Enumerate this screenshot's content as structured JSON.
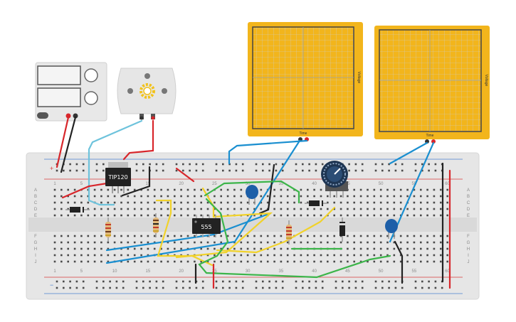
{
  "components": {
    "transistor": {
      "label": "TIP120"
    },
    "timer_ic": {
      "label": "555"
    },
    "scope_left": {
      "x_label": "Time",
      "y_label": "Voltage"
    },
    "scope_right": {
      "x_label": "Time",
      "y_label": "Voltage"
    }
  },
  "breadboard": {
    "col_numbers": [
      "1",
      "5",
      "10",
      "15",
      "20",
      "25",
      "30",
      "35",
      "40",
      "45",
      "50",
      "55",
      "60"
    ],
    "row_letters_top": [
      "A",
      "B",
      "C",
      "D",
      "E"
    ],
    "row_letters_bottom": [
      "F",
      "G",
      "H",
      "I",
      "J"
    ]
  },
  "colors": {
    "scope_frame": "#f2b51c",
    "breadboard": "#e6e6e6",
    "wire_red": "#d8262b",
    "wire_blue": "#1a8fd0",
    "wire_yellow": "#f1d22a",
    "wire_green": "#3cb54a",
    "wire_black": "#222222",
    "wire_lightblue": "#6ec3dc"
  }
}
